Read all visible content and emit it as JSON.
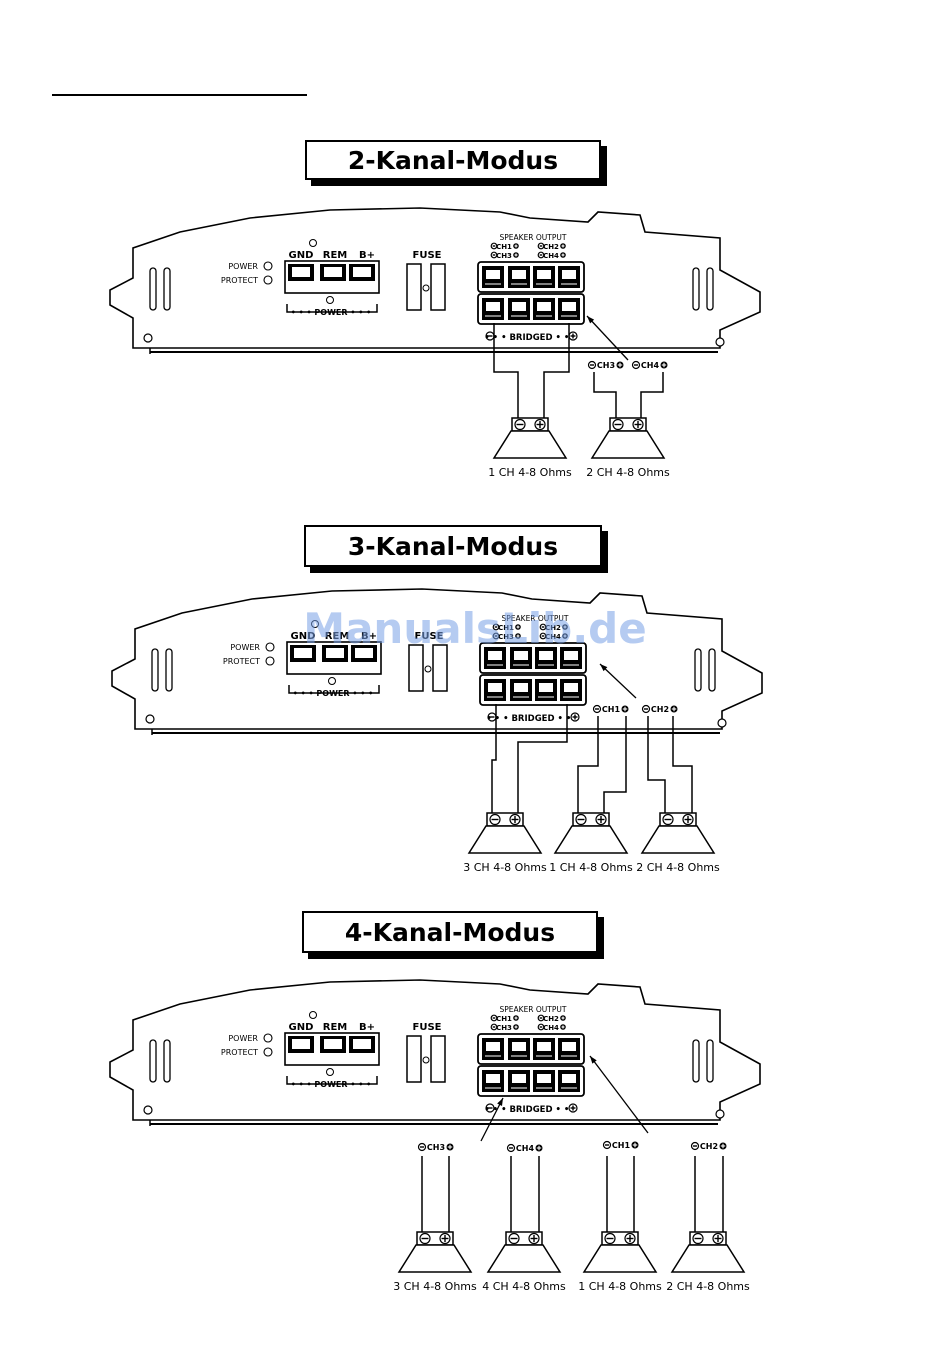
{
  "watermark": "ManualsLib.de",
  "amp_labels": {
    "power": "POWER",
    "protect": "PROTECT",
    "gnd": "GND",
    "rem": "REM",
    "bplus": "B+",
    "power_bar": "• • • POWER • • •",
    "fuse": "FUSE",
    "speaker_output": "SPEAKER OUTPUT",
    "ch1": "CH1",
    "ch2": "CH2",
    "ch3": "CH3",
    "ch4": "CH4",
    "bridged": "• • • BRIDGED • • •"
  },
  "sections": [
    {
      "title": "2-Kanal-Modus",
      "channel_tags": [
        "CH3",
        "CH4"
      ],
      "speakers": [
        "1 CH 4-8 Ohms",
        "2 CH 4-8 Ohms"
      ]
    },
    {
      "title": "3-Kanal-Modus",
      "channel_tags": [
        "CH1",
        "CH2"
      ],
      "speakers": [
        "3 CH 4-8 Ohms",
        "1 CH 4-8 Ohms",
        "2 CH 4-8 Ohms"
      ]
    },
    {
      "title": "4-Kanal-Modus",
      "channel_tags": [
        "CH3",
        "CH4",
        "CH1",
        "CH2"
      ],
      "speakers": [
        "3 CH 4-8 Ohms",
        "4 CH 4-8 Ohms",
        "1 CH 4-8 Ohms",
        "2 CH 4-8 Ohms"
      ]
    }
  ]
}
